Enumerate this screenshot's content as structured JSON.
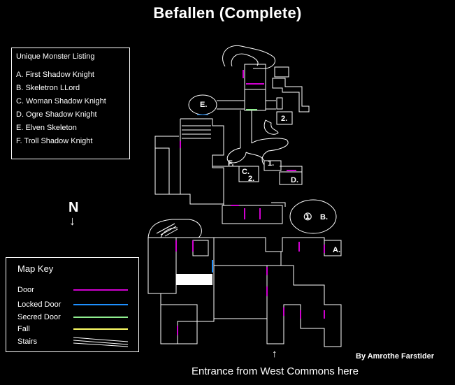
{
  "title": "Befallen (Complete)",
  "legend": {
    "title": "Unique Monster Listing",
    "items": [
      "A. First Shadow Knight",
      "B. Skeletron LLord",
      "C. Woman Shadow Knight",
      "D. Ogre Shadow Knight",
      "E. Elven Skeleton",
      "F. Troll Shadow Knight"
    ]
  },
  "compass": {
    "north": "N",
    "arrow": "↓"
  },
  "map_key": {
    "title": "Map Key",
    "items": [
      {
        "label": "Door",
        "color": "#d000d0"
      },
      {
        "label": "Locked Door",
        "color": "#1e90ff"
      },
      {
        "label": "Secred Door",
        "color": "#90ee90"
      },
      {
        "label": "Fall",
        "color": "#ffff66"
      },
      {
        "label": "Stairs",
        "color": "#ffffff"
      }
    ]
  },
  "map_labels": {
    "E": "E.",
    "F": "F.",
    "C": "C.",
    "two_a": "2.",
    "two_b": "2.",
    "one_a": "1.",
    "D": "D.",
    "one_b": "①",
    "B": "B.",
    "A": "A."
  },
  "credit": "By Amrothe Farstider",
  "entrance": {
    "text": "Entrance from West Commons here",
    "arrow": "↑"
  }
}
